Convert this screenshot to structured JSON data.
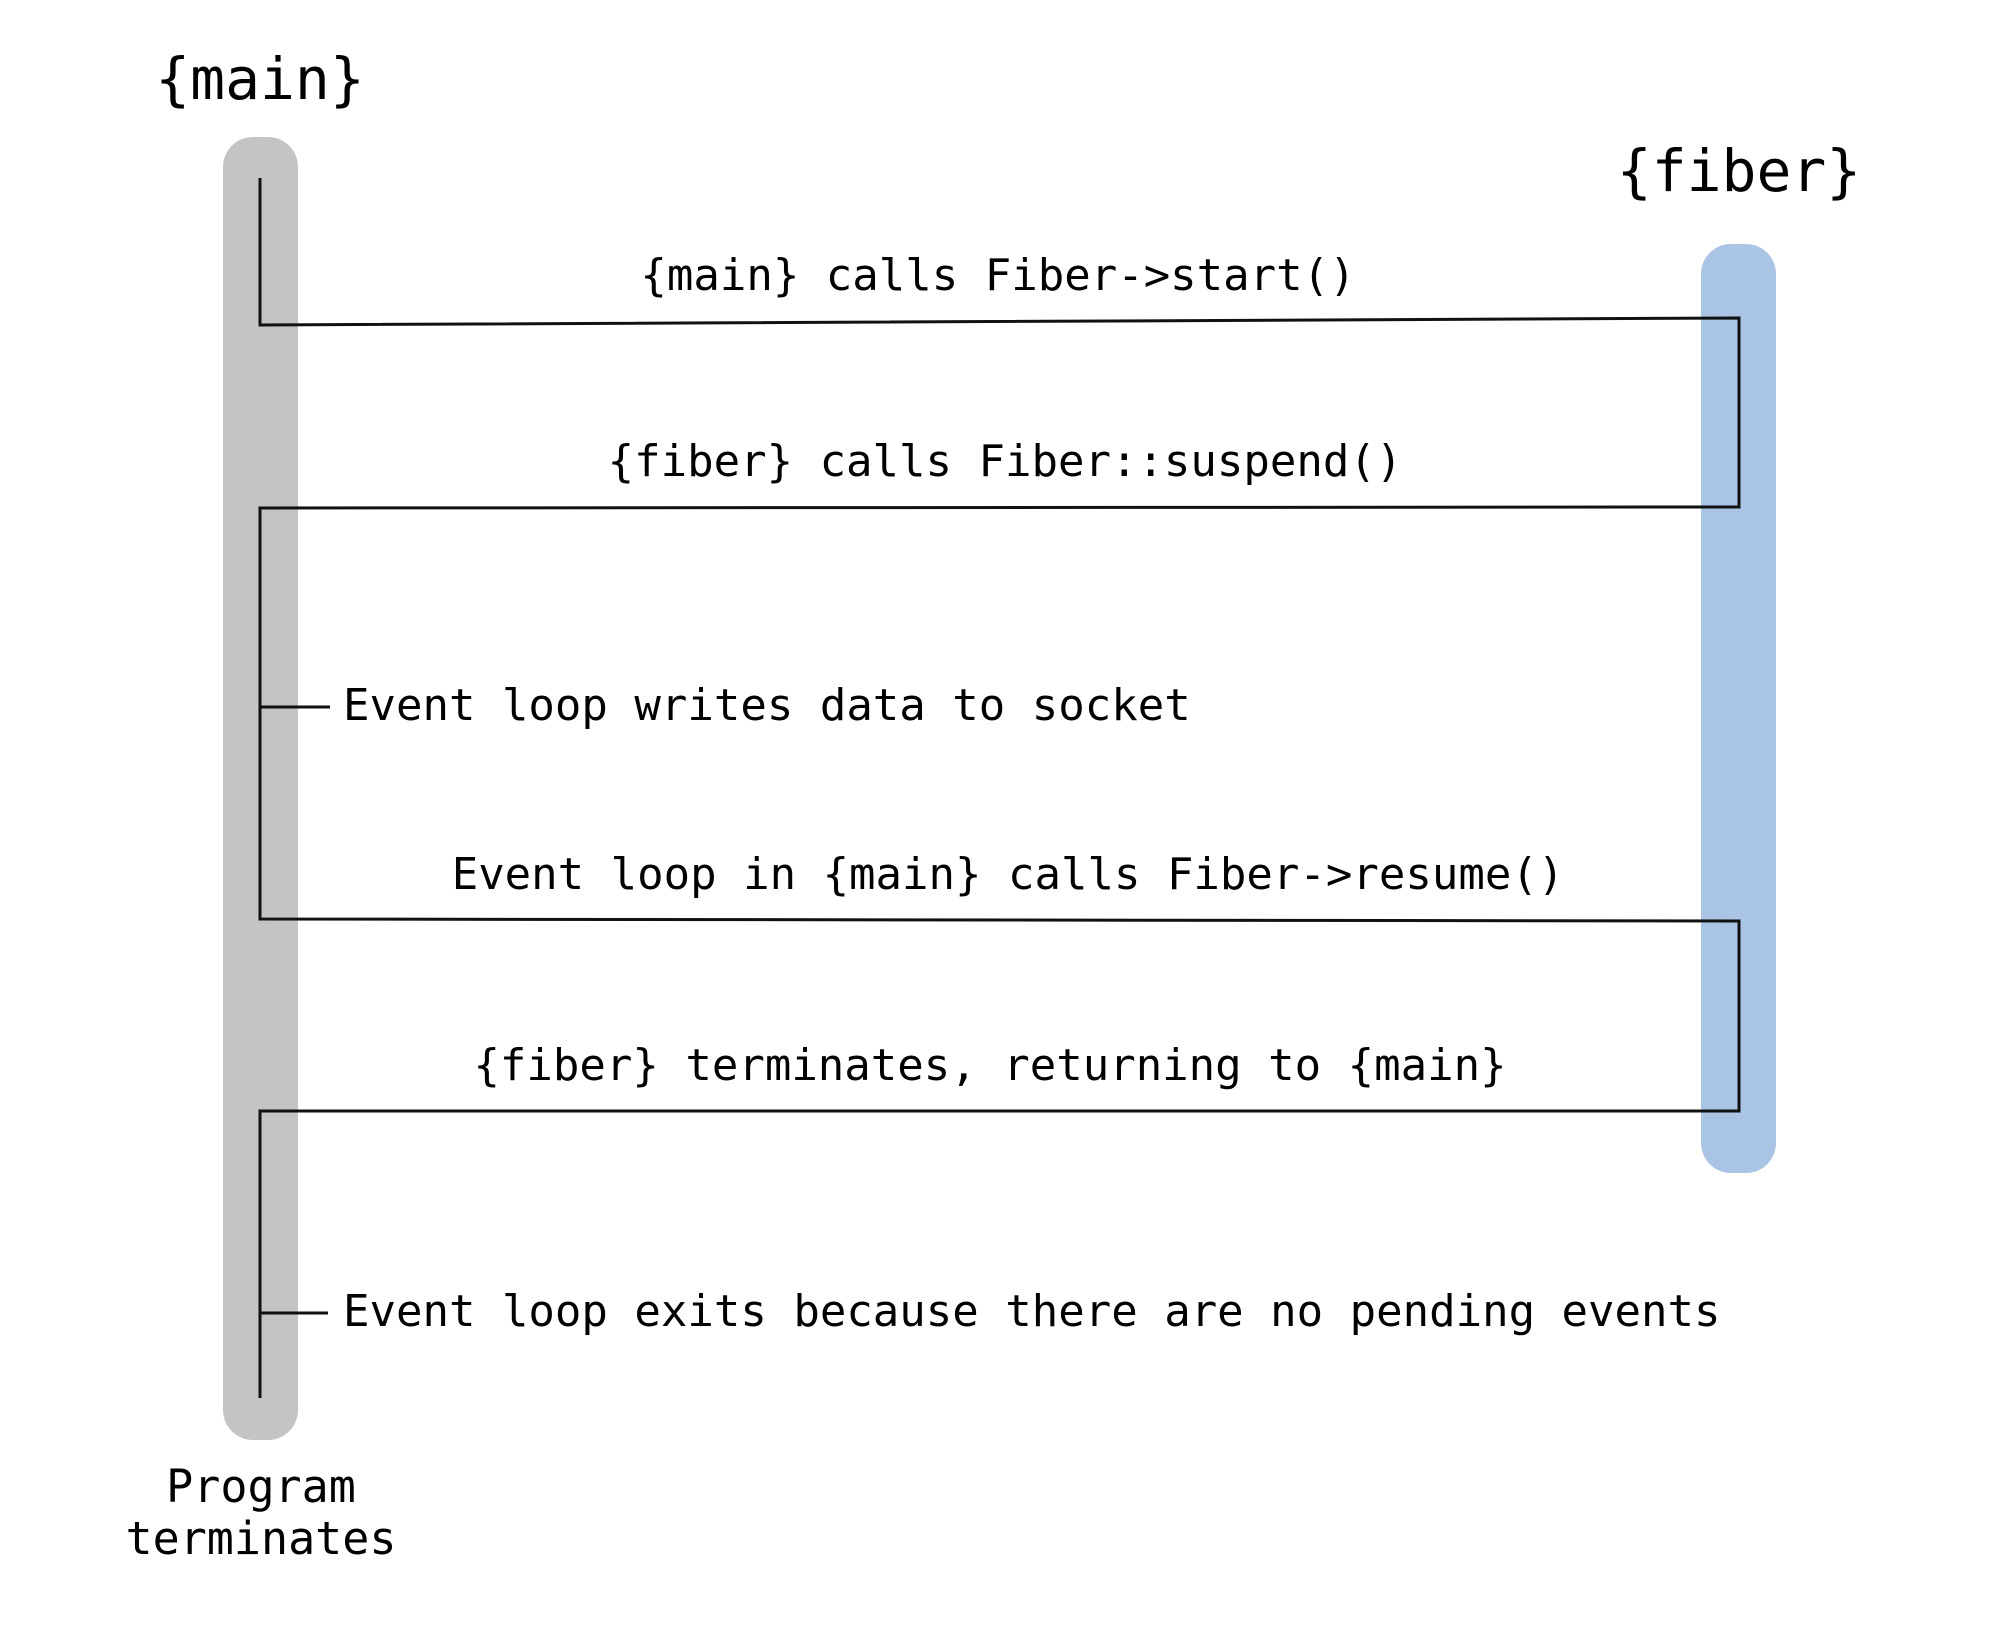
{
  "lifelines": {
    "main": {
      "label": "{main}",
      "footer_lines": [
        "Program",
        "terminates"
      ]
    },
    "fiber": {
      "label": "{fiber}"
    }
  },
  "messages": [
    {
      "text": "{main} calls Fiber->start()",
      "from": "main",
      "to": "fiber"
    },
    {
      "text": "{fiber} calls Fiber::suspend()",
      "from": "fiber",
      "to": "main"
    },
    {
      "text": "Event loop in {main} calls Fiber->resume()",
      "from": "main",
      "to": "fiber"
    },
    {
      "text": "{fiber} terminates, returning to {main}",
      "from": "fiber",
      "to": "main"
    }
  ],
  "notes": [
    {
      "text": "Event loop writes data to socket"
    },
    {
      "text": "Event loop exits because there are no pending events"
    }
  ],
  "colors": {
    "main_bar": "#c4c4c4",
    "fiber_bar": "#aac4e5",
    "line": "#111111",
    "text": "#000000"
  }
}
